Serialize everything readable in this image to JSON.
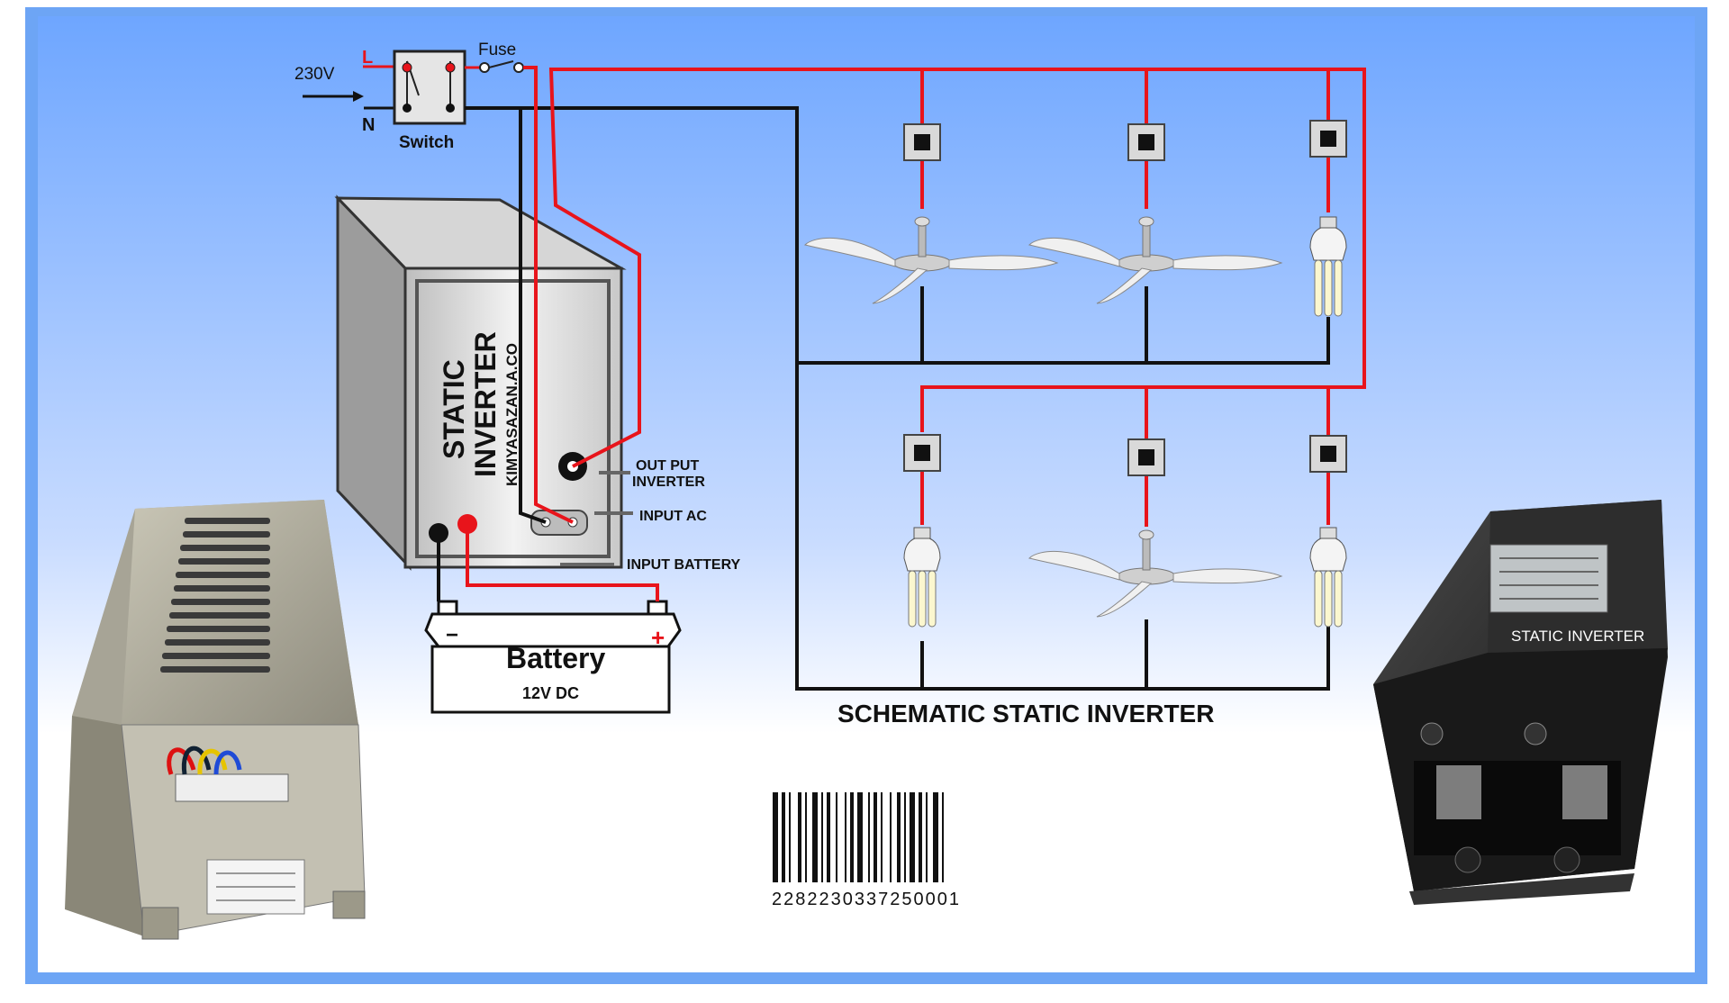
{
  "supply": {
    "voltage": "230V",
    "line": "L",
    "neutral": "N"
  },
  "switch": {
    "label": "Switch"
  },
  "fuse": {
    "label": "Fuse"
  },
  "inverter_box": {
    "line1": "STATIC",
    "line2": "INVERTER",
    "brand": "KIMYASAZAN.A.CO"
  },
  "terminals": {
    "output": [
      "OUT PUT",
      "INVERTER"
    ],
    "input_ac": "INPUT AC",
    "input_battery": "INPUT BATTERY"
  },
  "battery": {
    "title": "Battery",
    "rating": "12V DC",
    "neg": "−",
    "pos": "+"
  },
  "schematic_title": "SCHEMATIC STATIC INVERTER",
  "photo_right": {
    "label": "STATIC INVERTER"
  },
  "barcode": {
    "digits": "2282230337250001"
  },
  "colors": {
    "live": "#e8141b",
    "neutral": "#111111",
    "sky_top": "#7fb0ff",
    "frame": "#6da5f5"
  },
  "icons": [
    "switch-icon",
    "fuse-icon",
    "fan-icon",
    "cfl-bulb-icon",
    "wall-switch-icon",
    "barcode-icon"
  ]
}
